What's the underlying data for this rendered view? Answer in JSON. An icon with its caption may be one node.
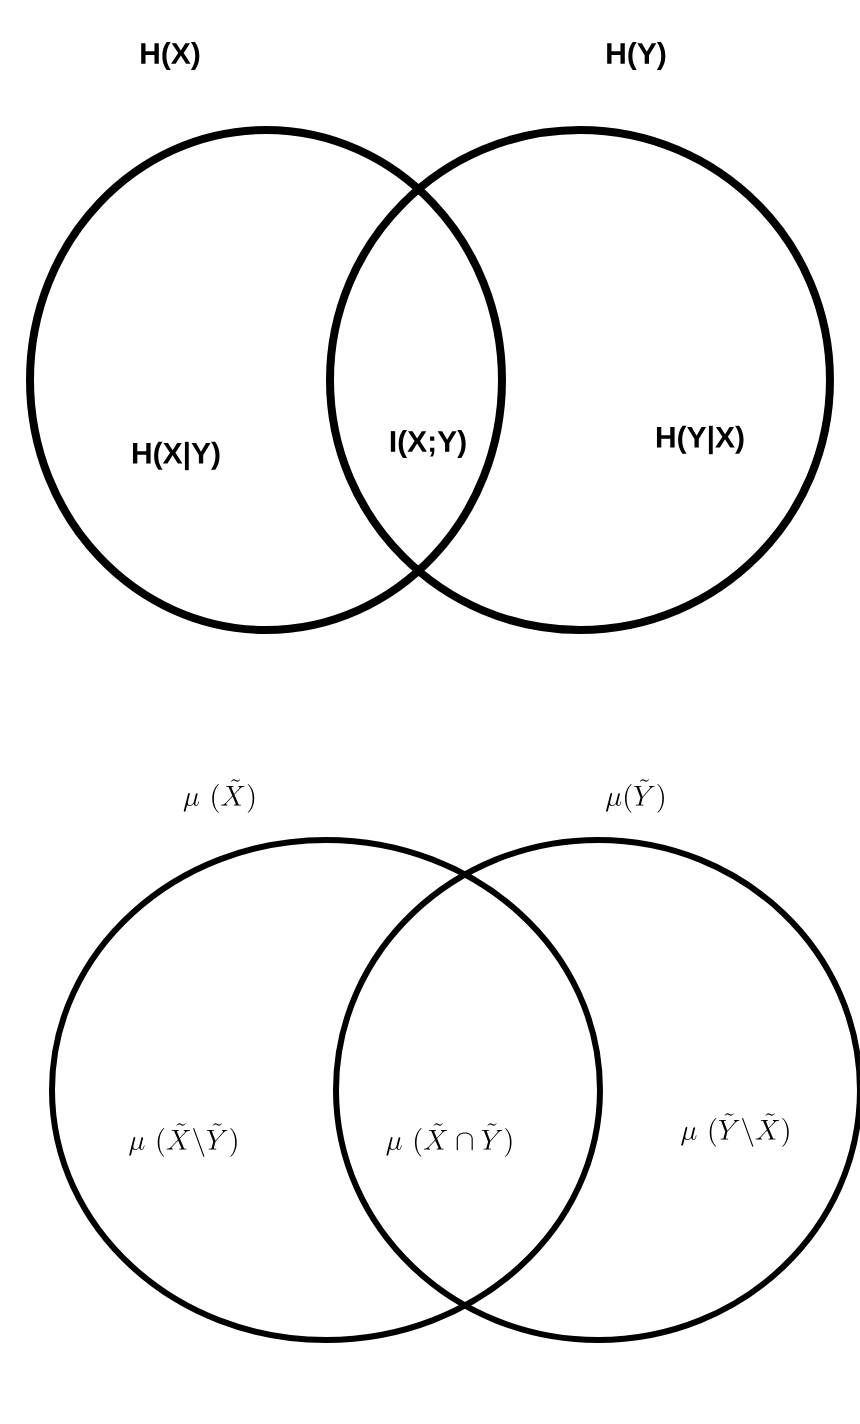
{
  "diagram": {
    "nodes": [
      {
        "text": [
          "H(X)",
          "H(X|Y)"
        ]
      },
      {
        "text": [
          "H(Y)",
          "H(Y|X)"
        ]
      },
      {
        "text": [
          "\\mu\\ (\\tilde{X})",
          "\\mu\\ (\\tilde{X}\\backslash\\tilde{Y})"
        ]
      },
      {
        "text": [
          "\\mu(\\tilde{Y})",
          "\\mu\\ (\\tilde{Y}\\backslash\\tilde{X})"
        ]
      }
    ],
    "edges": [],
    "labels": [
      "I(X;Y)",
      "\\mu\\ (\\tilde{X}\\cap\\tilde{Y})"
    ]
  }
}
